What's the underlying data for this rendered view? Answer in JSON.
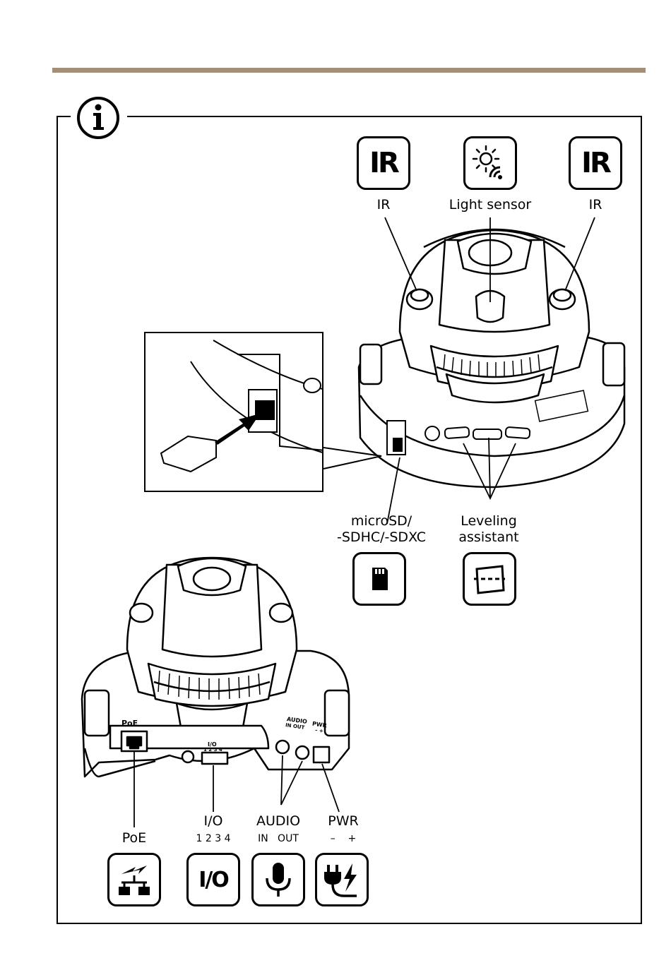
{
  "colors": {
    "rule": "#a38f79",
    "line": "#000000"
  },
  "top_icons": {
    "ir_left": {
      "icon_text": "IR",
      "label": "IR"
    },
    "light_sensor": {
      "label": "Light sensor",
      "icon": "light-sensor-icon"
    },
    "ir_right": {
      "icon_text": "IR",
      "label": "IR"
    }
  },
  "middle_labels": {
    "microsd_line1": "microSD/",
    "microsd_line2": "-SDHC/-SDXC",
    "leveling_line1": "Leveling",
    "leveling_line2": "assistant"
  },
  "bottom": {
    "poe": {
      "label": "PoE",
      "sub": "",
      "icon": "network-icon"
    },
    "io": {
      "label": "I/O",
      "sub": "1 2 3 4",
      "icon_text": "I/O"
    },
    "audio": {
      "label": "AUDIO",
      "sub": "IN   OUT",
      "icon": "microphone-icon"
    },
    "pwr": {
      "label": "PWR",
      "sub": "–    +",
      "icon": "power-plug-icon"
    }
  },
  "camera_markings": {
    "poe": "PoE",
    "io": "I/O",
    "io_pins": "1 2 3 4",
    "audio": "AUDIO",
    "audio_ports": "IN OUT",
    "pwr": "PWR",
    "pwr_pins": "– +"
  }
}
